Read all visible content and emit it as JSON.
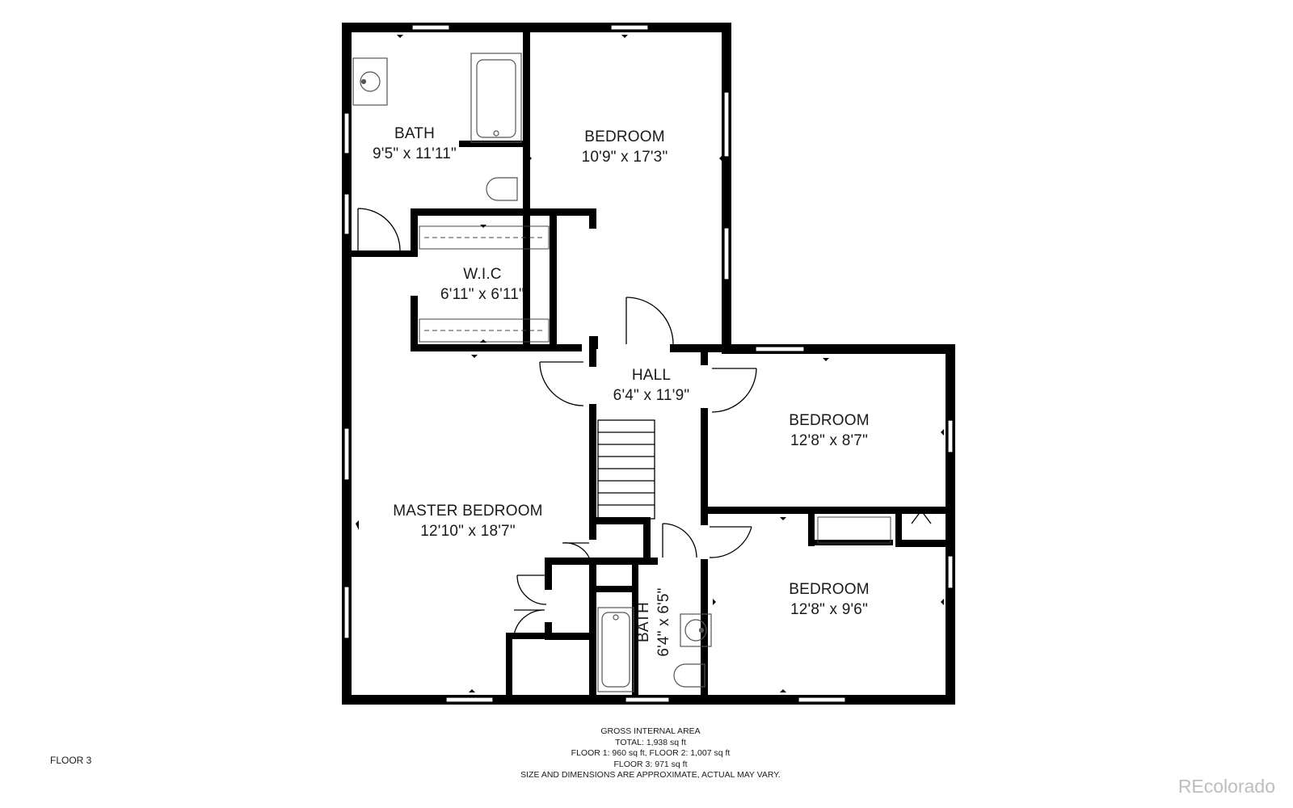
{
  "plan": {
    "floor_label": "FLOOR 3",
    "rooms": [
      {
        "key": "bath_master",
        "name": "BATH",
        "dims": "9'5\" x 11'11\""
      },
      {
        "key": "bedroom_ne",
        "name": "BEDROOM",
        "dims": "10'9\" x 17'3\""
      },
      {
        "key": "wic",
        "name": "W.I.C",
        "dims": "6'11\" x 6'11\""
      },
      {
        "key": "hall",
        "name": "HALL",
        "dims": "6'4\" x 11'9\""
      },
      {
        "key": "bedroom_e",
        "name": "BEDROOM",
        "dims": "12'8\" x 8'7\""
      },
      {
        "key": "master",
        "name": "MASTER BEDROOM",
        "dims": "12'10\" x 18'7\""
      },
      {
        "key": "bedroom_se",
        "name": "BEDROOM",
        "dims": "12'8\" x 9'6\""
      },
      {
        "key": "bath_hall",
        "name": "BATH",
        "dims": "6'4\" x 6'5\""
      }
    ],
    "area_notes": {
      "heading": "GROSS INTERNAL AREA",
      "total": "TOTAL: 1,938 sq ft",
      "floors_1_2": "FLOOR 1: 960 sq ft, FLOOR 2: 1,007 sq ft",
      "floor_3": "FLOOR 3: 971 sq ft",
      "disclaimer": "SIZE AND DIMENSIONS ARE APPROXIMATE, ACTUAL MAY VARY."
    },
    "watermark": "REcolorado",
    "colors": {
      "wall": "#000000",
      "fixture": "#555555",
      "background": "#ffffff",
      "watermark": "#bdbdbd"
    }
  }
}
